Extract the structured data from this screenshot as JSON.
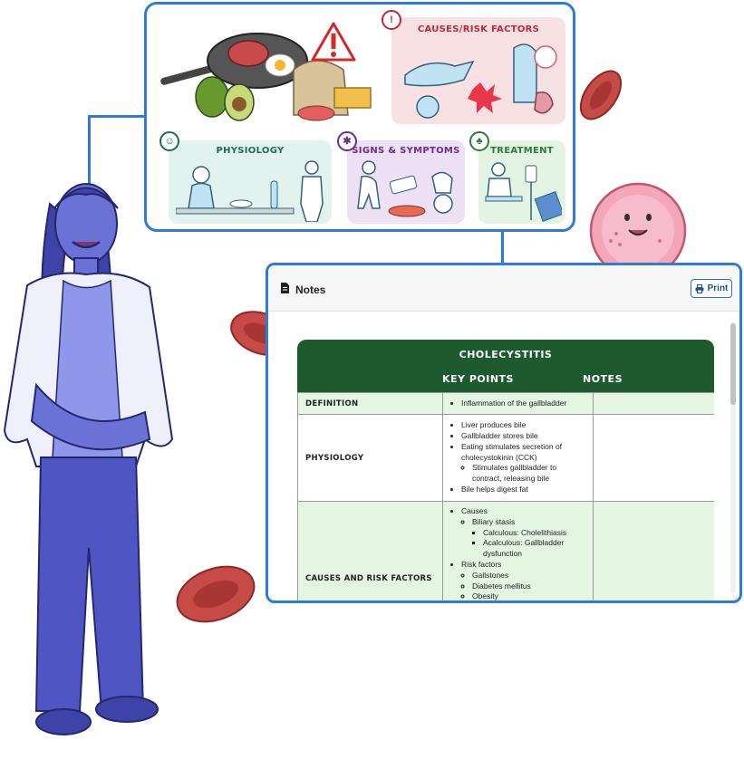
{
  "illustration": {
    "panels": {
      "causes": {
        "title": "CAUSES/RISK FACTORS"
      },
      "physiology": {
        "title": "PHYSIOLOGY"
      },
      "signs": {
        "title": "SIGNS & SYMPTOMS"
      },
      "treatment": {
        "title": "TREATMENT"
      }
    },
    "warning_badge": "!"
  },
  "notes": {
    "title": "Notes",
    "print_label": "Print",
    "table": {
      "title": "CHOLECYSTITIS",
      "headers": {
        "key_points": "KEY POINTS",
        "notes": "NOTES"
      },
      "rows": {
        "definition": {
          "label": "DEFINITION",
          "points": [
            "Inflammation of the gallbladder"
          ]
        },
        "physiology": {
          "label": "PHYSIOLOGY",
          "points": [
            "Liver produces bile",
            "Gallbladder stores bile",
            "Eating stimulates secretion of cholecystokinin (CCK)",
            "Stimulates gallbladder to contract, releasing bile",
            "Bile helps digest fat"
          ]
        },
        "causes": {
          "label": "CAUSES AND RISK FACTORS",
          "points": [
            "Causes",
            "Biliary stasis",
            "Calculous: Cholelithiasis",
            "Acalculous: Gallbladder dysfunction",
            "Risk factors",
            "Gallstones",
            "Diabetes mellitus",
            "Obesity"
          ]
        }
      }
    }
  },
  "colors": {
    "accent_blue": "#2f7bd6",
    "table_header_green": "#1d5b2e",
    "row_green": "#e4f5e2",
    "figure_purple": "#5b62c9"
  }
}
